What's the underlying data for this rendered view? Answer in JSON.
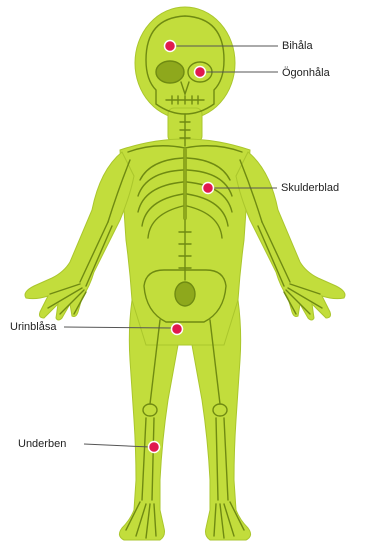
{
  "labels": {
    "bihala": "Bihåla",
    "ogonhala": "Ögonhåla",
    "skulderblad": "Skulderblad",
    "urinblasa": "Urinblåsa",
    "underben": "Underben"
  },
  "colors": {
    "body_fill": "#c2dd3c",
    "bone_line": "#6f8a12",
    "bone_light": "#e4f28a",
    "marker": "#e0194f",
    "leader_line": "#555555"
  }
}
